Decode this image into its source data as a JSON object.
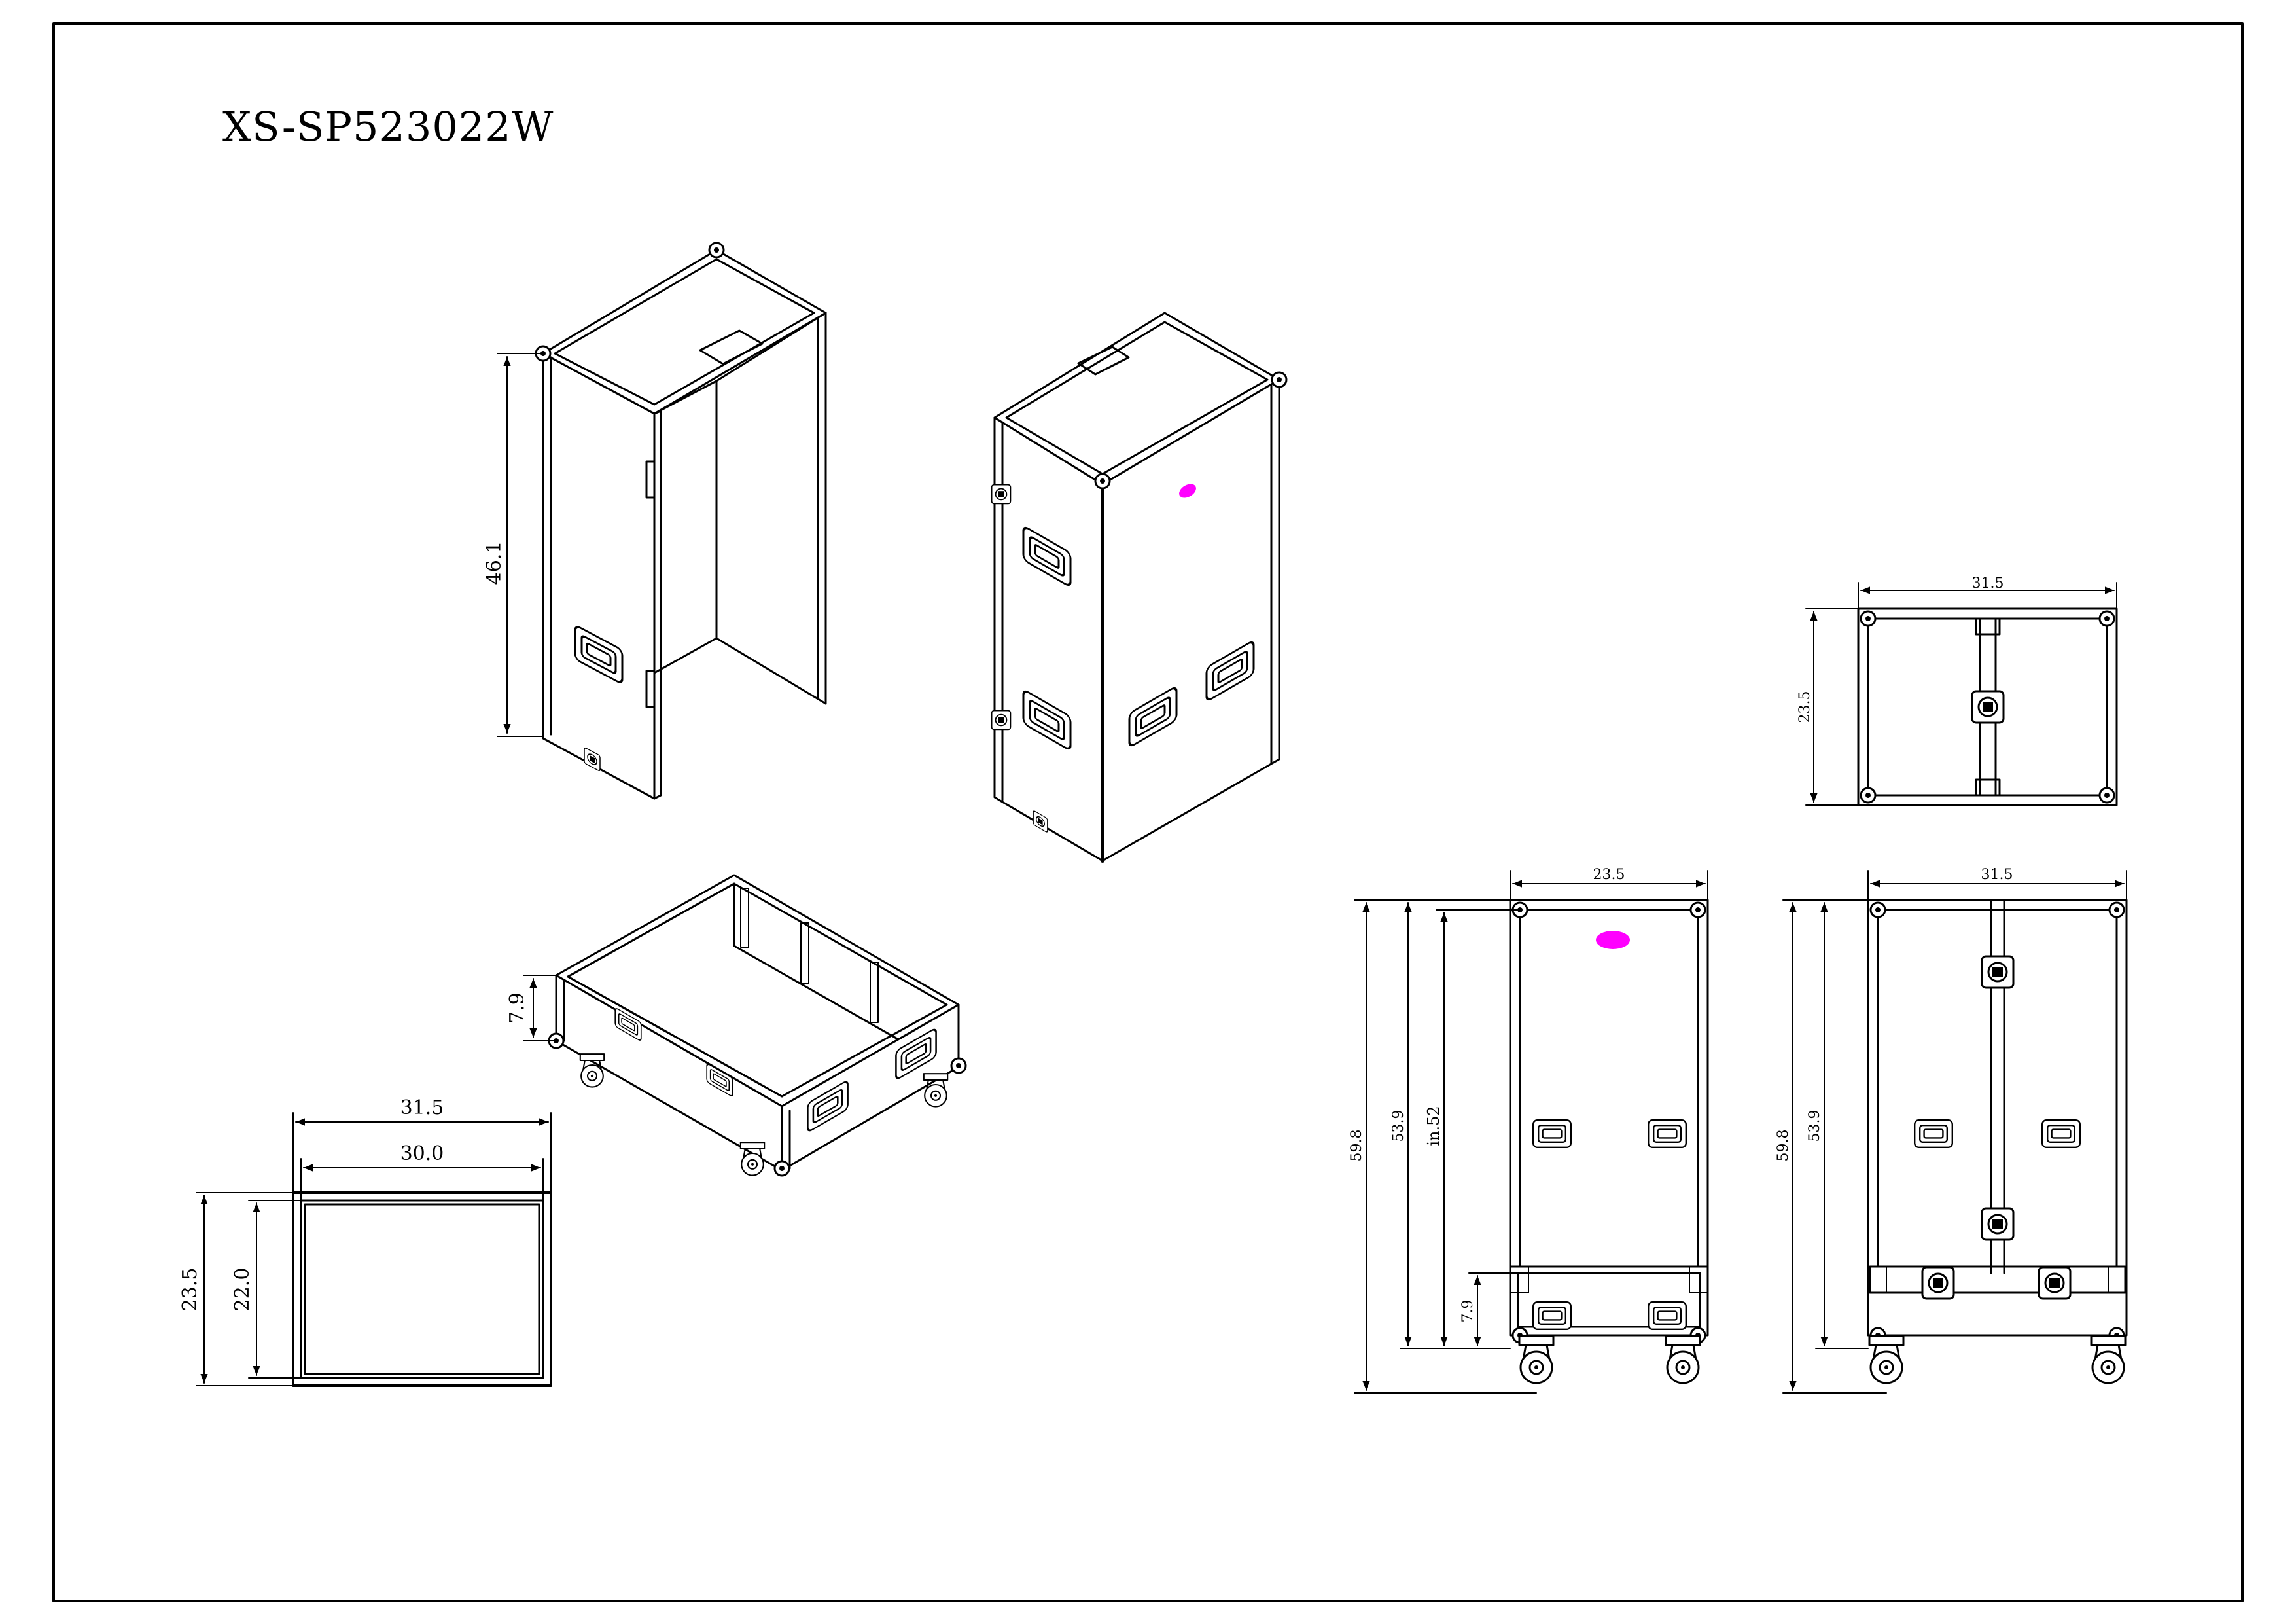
{
  "drawing": {
    "title": "XS-SP523022W",
    "accent_color": "#ff00ff",
    "line_color": "#000000"
  },
  "dimensions": {
    "iso_lid_height": "46.1",
    "iso_base_height": "7.9",
    "plan_outer_width": "31.5",
    "plan_inner_width": "30.0",
    "plan_outer_depth": "23.5",
    "plan_inner_depth": "22.0",
    "top_view_width": "31.5",
    "top_view_depth": "23.5",
    "side_view_width": "23.5",
    "side_total_height": "59.8",
    "side_body_height": "53.9",
    "side_inner_height": "in.52",
    "side_base_height": "7.9",
    "front_view_width": "31.5",
    "front_total_height": "59.8",
    "front_body_height": "53.9"
  }
}
